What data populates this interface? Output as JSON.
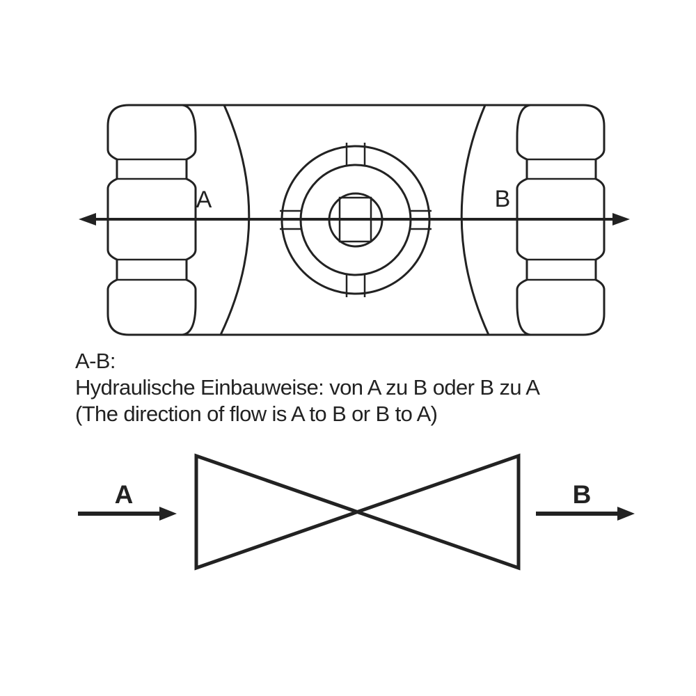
{
  "colors": {
    "line": "#222222",
    "background": "#ffffff"
  },
  "top_view": {
    "port_a_label": "A",
    "port_b_label": "B"
  },
  "caption": {
    "line1": "A-B:",
    "line2": "Hydraulische Einbauweise: von A zu B oder B zu A",
    "line3": "(The direction of flow is A to B or B to A)"
  },
  "flow_symbol": {
    "inlet_label": "A",
    "outlet_label": "B"
  }
}
